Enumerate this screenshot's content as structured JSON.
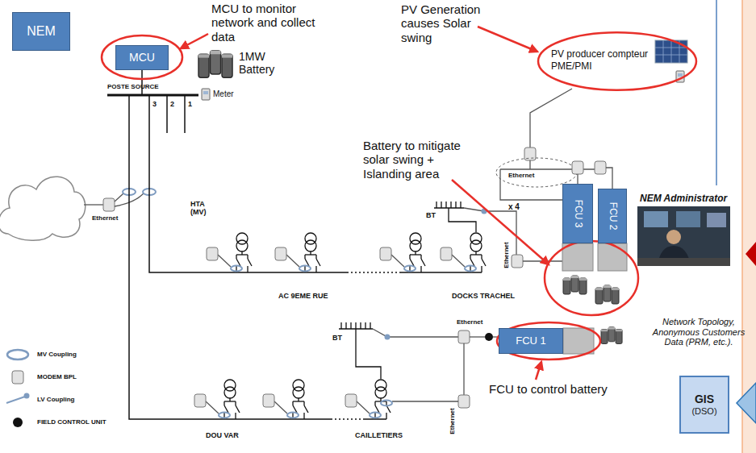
{
  "diagram": {
    "nodes": [
      {
        "text": [
          "NEM"
        ]
      },
      {
        "text": [
          "MCU"
        ]
      },
      {
        "text": [
          "PV producer compteur PME/PMI"
        ]
      },
      {
        "text": [
          "FCU 3"
        ]
      },
      {
        "text": [
          "FCU 2"
        ]
      },
      {
        "text": [
          "FCU 1"
        ]
      },
      {
        "text": [
          "GIS",
          "(DSO)"
        ]
      }
    ],
    "labels": [
      "MCU to monitor network and collect data",
      "1MW Battery",
      "Meter",
      "POSTE SOURCE",
      "3",
      "2",
      "1",
      "Ethernet",
      "HTA (MV)",
      "PV Generation causes Solar swing",
      "Ethernet",
      "x 4",
      "Battery to mitigate solar swing + Islanding area",
      "BT",
      "Ethernet",
      "AC 9EME RUE",
      "DOCKS TRACHEL",
      "NEM Administrator",
      "Network Topology, Anonymous Customers Data (PRM, etc.).",
      "BT",
      "Ethernet",
      "Ethernet",
      "FCU to control battery",
      "DOU VAR",
      "CAILLETIERS"
    ],
    "legend": [
      {
        "text": "MV Coupling"
      },
      {
        "text": "MODEM BPL"
      },
      {
        "text": "LV Coupling"
      },
      {
        "text": "FIELD CONTROL UNIT"
      }
    ]
  }
}
